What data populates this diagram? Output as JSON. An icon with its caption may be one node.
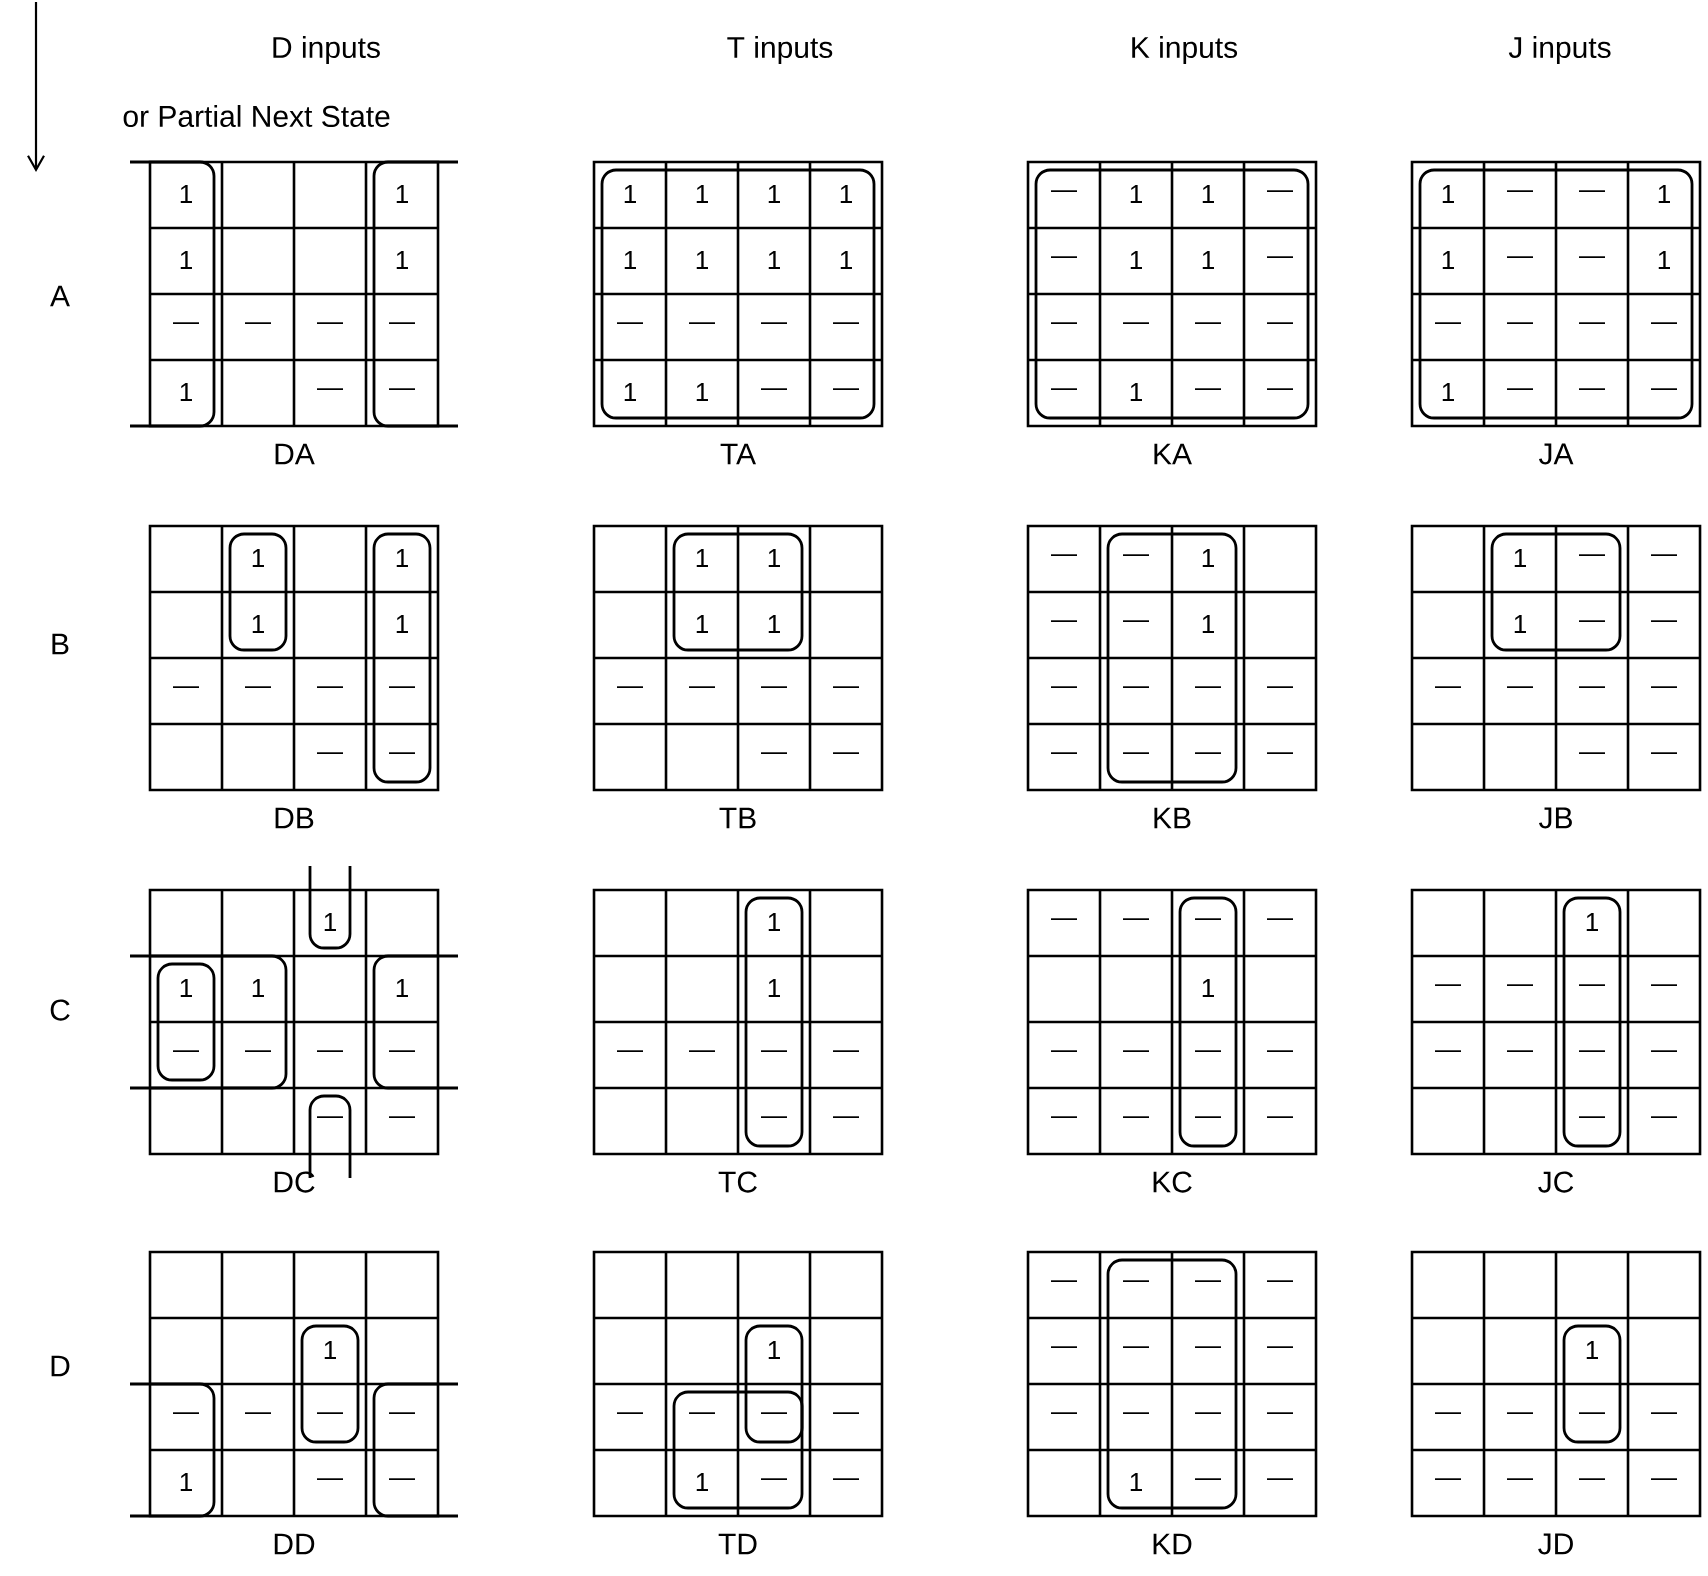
{
  "diagram": {
    "labels": [
      "D inputs",
      "T inputs",
      "K inputs",
      "J inputs",
      "or Partial Next State",
      "A",
      "1",
      "1",
      "1",
      "1",
      "—",
      "—",
      "—",
      "—",
      "1",
      "—",
      "—",
      "1",
      "1",
      "1",
      "1",
      "1",
      "1",
      "1",
      "1",
      "—",
      "—",
      "—",
      "—",
      "1",
      "1",
      "—",
      "—",
      "—",
      "1",
      "1",
      "—",
      "—",
      "1",
      "1",
      "—",
      "—",
      "—",
      "—",
      "—",
      "—",
      "1",
      "—",
      "—",
      "1",
      "—",
      "—",
      "1",
      "1",
      "—",
      "—",
      "1",
      "—",
      "—",
      "—",
      "—",
      "1",
      "—",
      "—",
      "—",
      "DA",
      "TA",
      "KA",
      "JA",
      "B",
      "1",
      "1",
      "1",
      "1",
      "—",
      "—",
      "—",
      "—",
      "—",
      "—",
      "1",
      "1",
      "1",
      "1",
      "—",
      "—",
      "—",
      "—",
      "—",
      "—",
      "—",
      "—",
      "1",
      "—",
      "—",
      "1",
      "—",
      "—",
      "—",
      "—",
      "—",
      "—",
      "—",
      "—",
      "1",
      "—",
      "—",
      "1",
      "—",
      "—",
      "—",
      "—",
      "—",
      "—",
      "—",
      "—",
      "DB",
      "TB",
      "KB",
      "JB",
      "C",
      "1",
      "1",
      "1",
      "1",
      "—",
      "—",
      "—",
      "—",
      "—",
      "—",
      "1",
      "1",
      "—",
      "—",
      "—",
      "—",
      "—",
      "—",
      "—",
      "—",
      "—",
      "—",
      "1",
      "—",
      "—",
      "—",
      "—",
      "—",
      "—",
      "—",
      "—",
      "1",
      "—",
      "—",
      "—",
      "—",
      "—",
      "—",
      "—",
      "—",
      "—",
      "—",
      "DC",
      "TC",
      "KC",
      "JC",
      "D",
      "1",
      "—",
      "—",
      "—",
      "—",
      "1",
      "—",
      "—",
      "1",
      "—",
      "—",
      "—",
      "—",
      "1",
      "—",
      "—",
      "—",
      "—",
      "—",
      "—",
      "—",
      "—",
      "—",
      "—",
      "—",
      "—",
      "—",
      "—",
      "1",
      "—",
      "—",
      "1",
      "—",
      "—",
      "—",
      "—",
      "—",
      "—",
      "—",
      "—",
      "DD",
      "TD",
      "KD",
      "JD"
    ]
  }
}
